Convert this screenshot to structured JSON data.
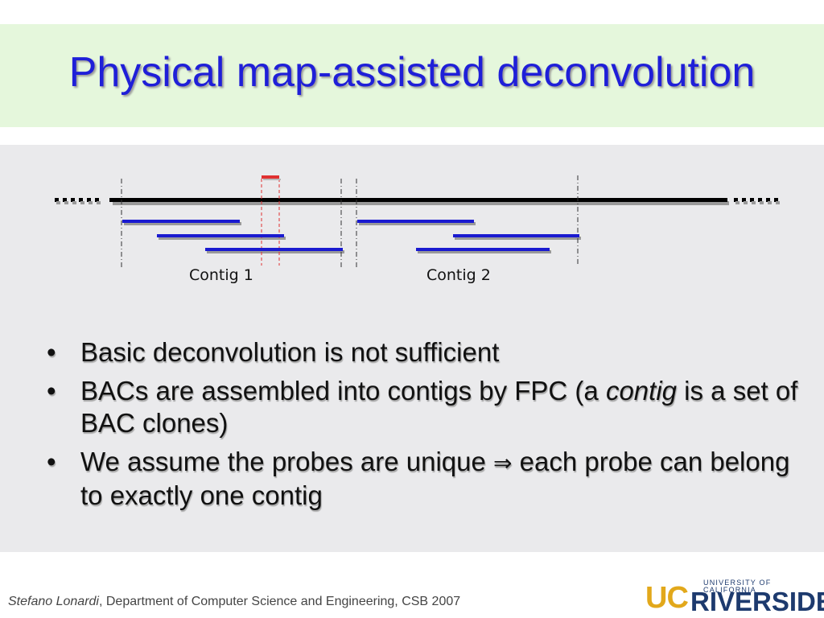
{
  "slide": {
    "title": "Physical map-assisted deconvolution"
  },
  "diagram": {
    "contig_labels": [
      "Contig 1",
      "Contig 2"
    ],
    "colors": {
      "chromosome": "#000000",
      "bac": "#1a1ad0",
      "probe": "#e03030",
      "shadow": "#9a9a9a"
    }
  },
  "bullets": [
    {
      "marker": "•",
      "parts": [
        {
          "text": "Basic deconvolution is not sufficient",
          "italic": false
        }
      ]
    },
    {
      "marker": "•",
      "parts": [
        {
          "text": "BACs are assembled into contigs by FPC (a ",
          "italic": false
        },
        {
          "text": "contig",
          "italic": true
        },
        {
          "text": " is a set of BAC clones)",
          "italic": false
        }
      ]
    },
    {
      "marker": "•",
      "parts": [
        {
          "text": "We assume the probes are unique ",
          "italic": false
        },
        {
          "text": "⇒",
          "italic": false
        },
        {
          "text": " each probe can belong to exactly one contig",
          "italic": false
        }
      ]
    }
  ],
  "footer": {
    "author": "Stefano Lonardi",
    "affiliation": ", Department of Computer Science and Engineering, CSB 2007"
  },
  "logo": {
    "uc": "UC",
    "top_line": "UNIVERSITY OF CALIFORNIA",
    "main": "RIVERSIDE"
  }
}
